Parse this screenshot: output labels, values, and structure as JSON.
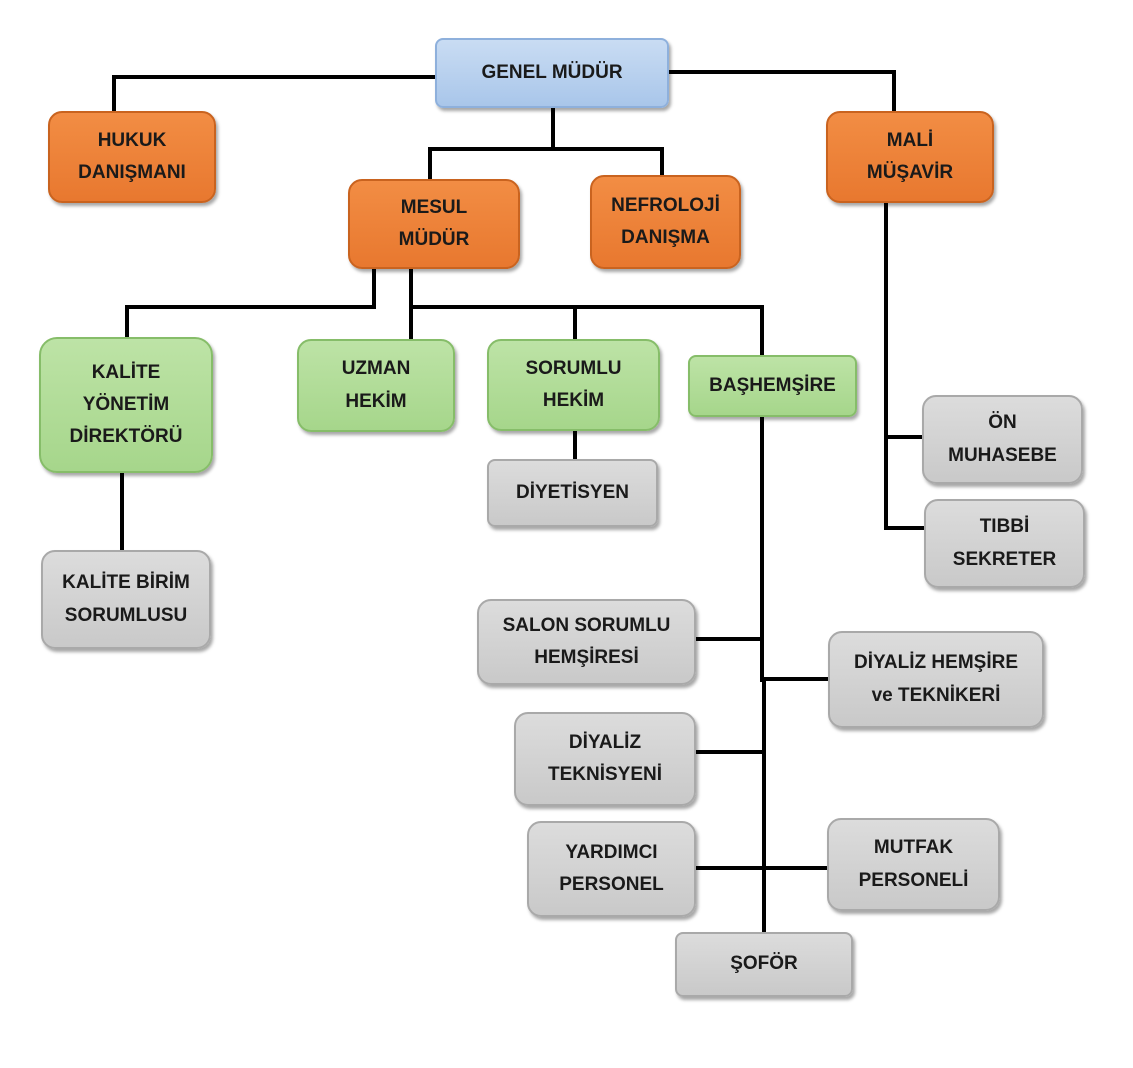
{
  "nodes": {
    "genel_mudur": [
      "GENEL MÜDÜR"
    ],
    "hukuk": [
      "HUKUK",
      "DANIŞMANI"
    ],
    "mali": [
      "MALİ",
      "MÜŞAVİR"
    ],
    "mesul": [
      "MESUL",
      "MÜDÜR"
    ],
    "nefroloji": [
      "NEFROLOJİ",
      "DANIŞMA"
    ],
    "kalite_yonetim": [
      "KALİTE",
      "YÖNETİM",
      "DİREKTÖRÜ"
    ],
    "uzman": [
      "UZMAN",
      "HEKİM"
    ],
    "sorumlu_hekim": [
      "SORUMLU",
      "HEKİM"
    ],
    "bashemsire": [
      "BAŞHEMŞİRE"
    ],
    "diyetisyen": [
      "DİYETİSYEN"
    ],
    "kalite_birim": [
      "KALİTE BİRİM",
      "SORUMLUSU"
    ],
    "on_muhasebe": [
      "ÖN",
      "MUHASEBE"
    ],
    "tibbi_sekreter": [
      "TIBBİ",
      "SEKRETER"
    ],
    "salon_sorumlu": [
      "SALON SORUMLU",
      "HEMŞİRESİ"
    ],
    "diyaliz_hemsire": [
      "DİYALİZ HEMŞİRE",
      "ve TEKNİKERİ"
    ],
    "diyaliz_teknisyen": [
      "DİYALİZ",
      "TEKNİSYENİ"
    ],
    "yardimci": [
      "YARDIMCI",
      "PERSONEL"
    ],
    "mutfak": [
      "MUTFAK",
      "PERSONELİ"
    ],
    "sofor": [
      "ŞOFÖR"
    ]
  },
  "colors": {
    "top": "#a9c6ea",
    "level1": "#e8782f",
    "level2": "#a6d68b",
    "staff": "#c9c9c9",
    "line": "#000000"
  }
}
